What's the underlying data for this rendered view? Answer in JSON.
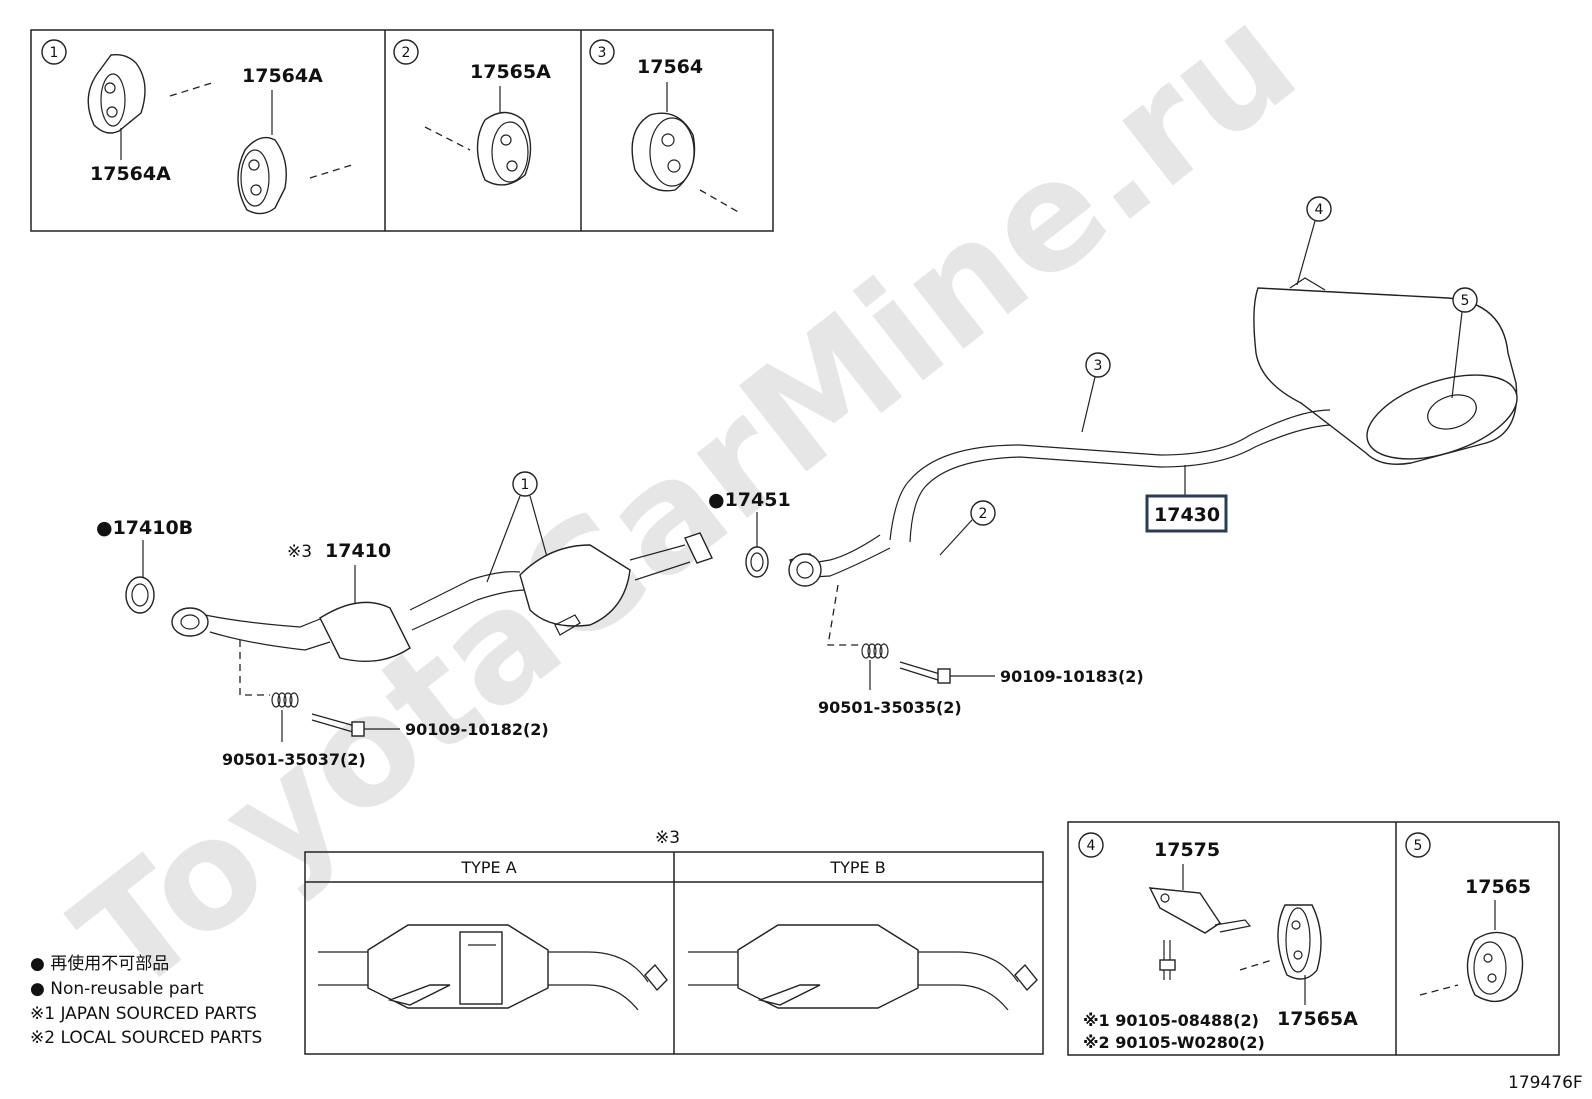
{
  "watermark": "ToyotaCarMine.ru",
  "insets_top": {
    "panel1": {
      "num": "1",
      "part_a": "17564A",
      "part_b": "17564A"
    },
    "panel2": {
      "num": "2",
      "part": "17565A"
    },
    "panel3": {
      "num": "3",
      "part": "17564"
    }
  },
  "main": {
    "callout_4": "4",
    "callout_5": "5",
    "callout_3": "3",
    "callout_2": "2",
    "callout_1": "1",
    "muffler_assy": "17430",
    "gasket_rear": "●17451",
    "gasket_front": "●17410B",
    "front_pipe": "17410",
    "front_pipe_note": "※3",
    "bolt_front": "90109-10182(2)",
    "spring_front": "90501-35037(2)",
    "bolt_rear": "90109-10183(2)",
    "spring_rear": "90501-35035(2)"
  },
  "types_panel": {
    "note": "※3",
    "type_a": "TYPE A",
    "type_b": "TYPE B"
  },
  "inset_4": {
    "num": "4",
    "bracket": "17575",
    "hanger": "17565A",
    "bolt_1": "※1 90105-08488(2)",
    "bolt_2": "※2 90105-W0280(2)"
  },
  "inset_5": {
    "num": "5",
    "part": "17565"
  },
  "legend": {
    "line1": "● 再使用不可部品",
    "line2": "● Non-reusable part",
    "line3": "※1 JAPAN SOURCED PARTS",
    "line4": "※2 LOCAL SOURCED PARTS"
  },
  "figure_id": "179476F"
}
